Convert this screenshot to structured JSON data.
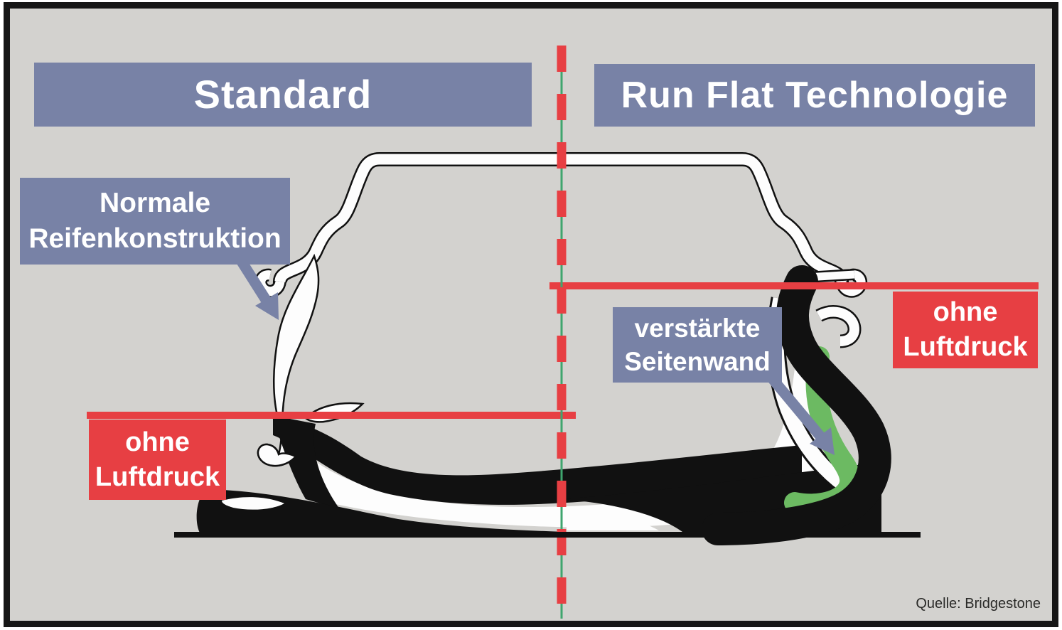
{
  "diagram": {
    "panels": {
      "left_title": "Standard",
      "right_title": "Run Flat Technologie"
    },
    "callouts": {
      "normal_construction": {
        "line1": "Normale",
        "line2": "Reifenkonstruktion"
      },
      "reinforced_sidewall": {
        "line1": "verstärkte",
        "line2": "Seitenwand"
      },
      "no_pressure_left": {
        "line1": "ohne",
        "line2": "Luftdruck"
      },
      "no_pressure_right": {
        "line1": "ohne",
        "line2": "Luftdruck"
      }
    },
    "source_credit": "Quelle: Bridgestone",
    "colors": {
      "background_gray": "#d3d2cf",
      "frame_black": "#161616",
      "label_blue": "#7882a6",
      "alert_red": "#e73f43",
      "reinforcement_green": "#6cba62",
      "divider_green": "#3fa56e",
      "tire_black": "#111111",
      "tire_white": "#fdfdfd",
      "text_white": "#ffffff"
    }
  }
}
